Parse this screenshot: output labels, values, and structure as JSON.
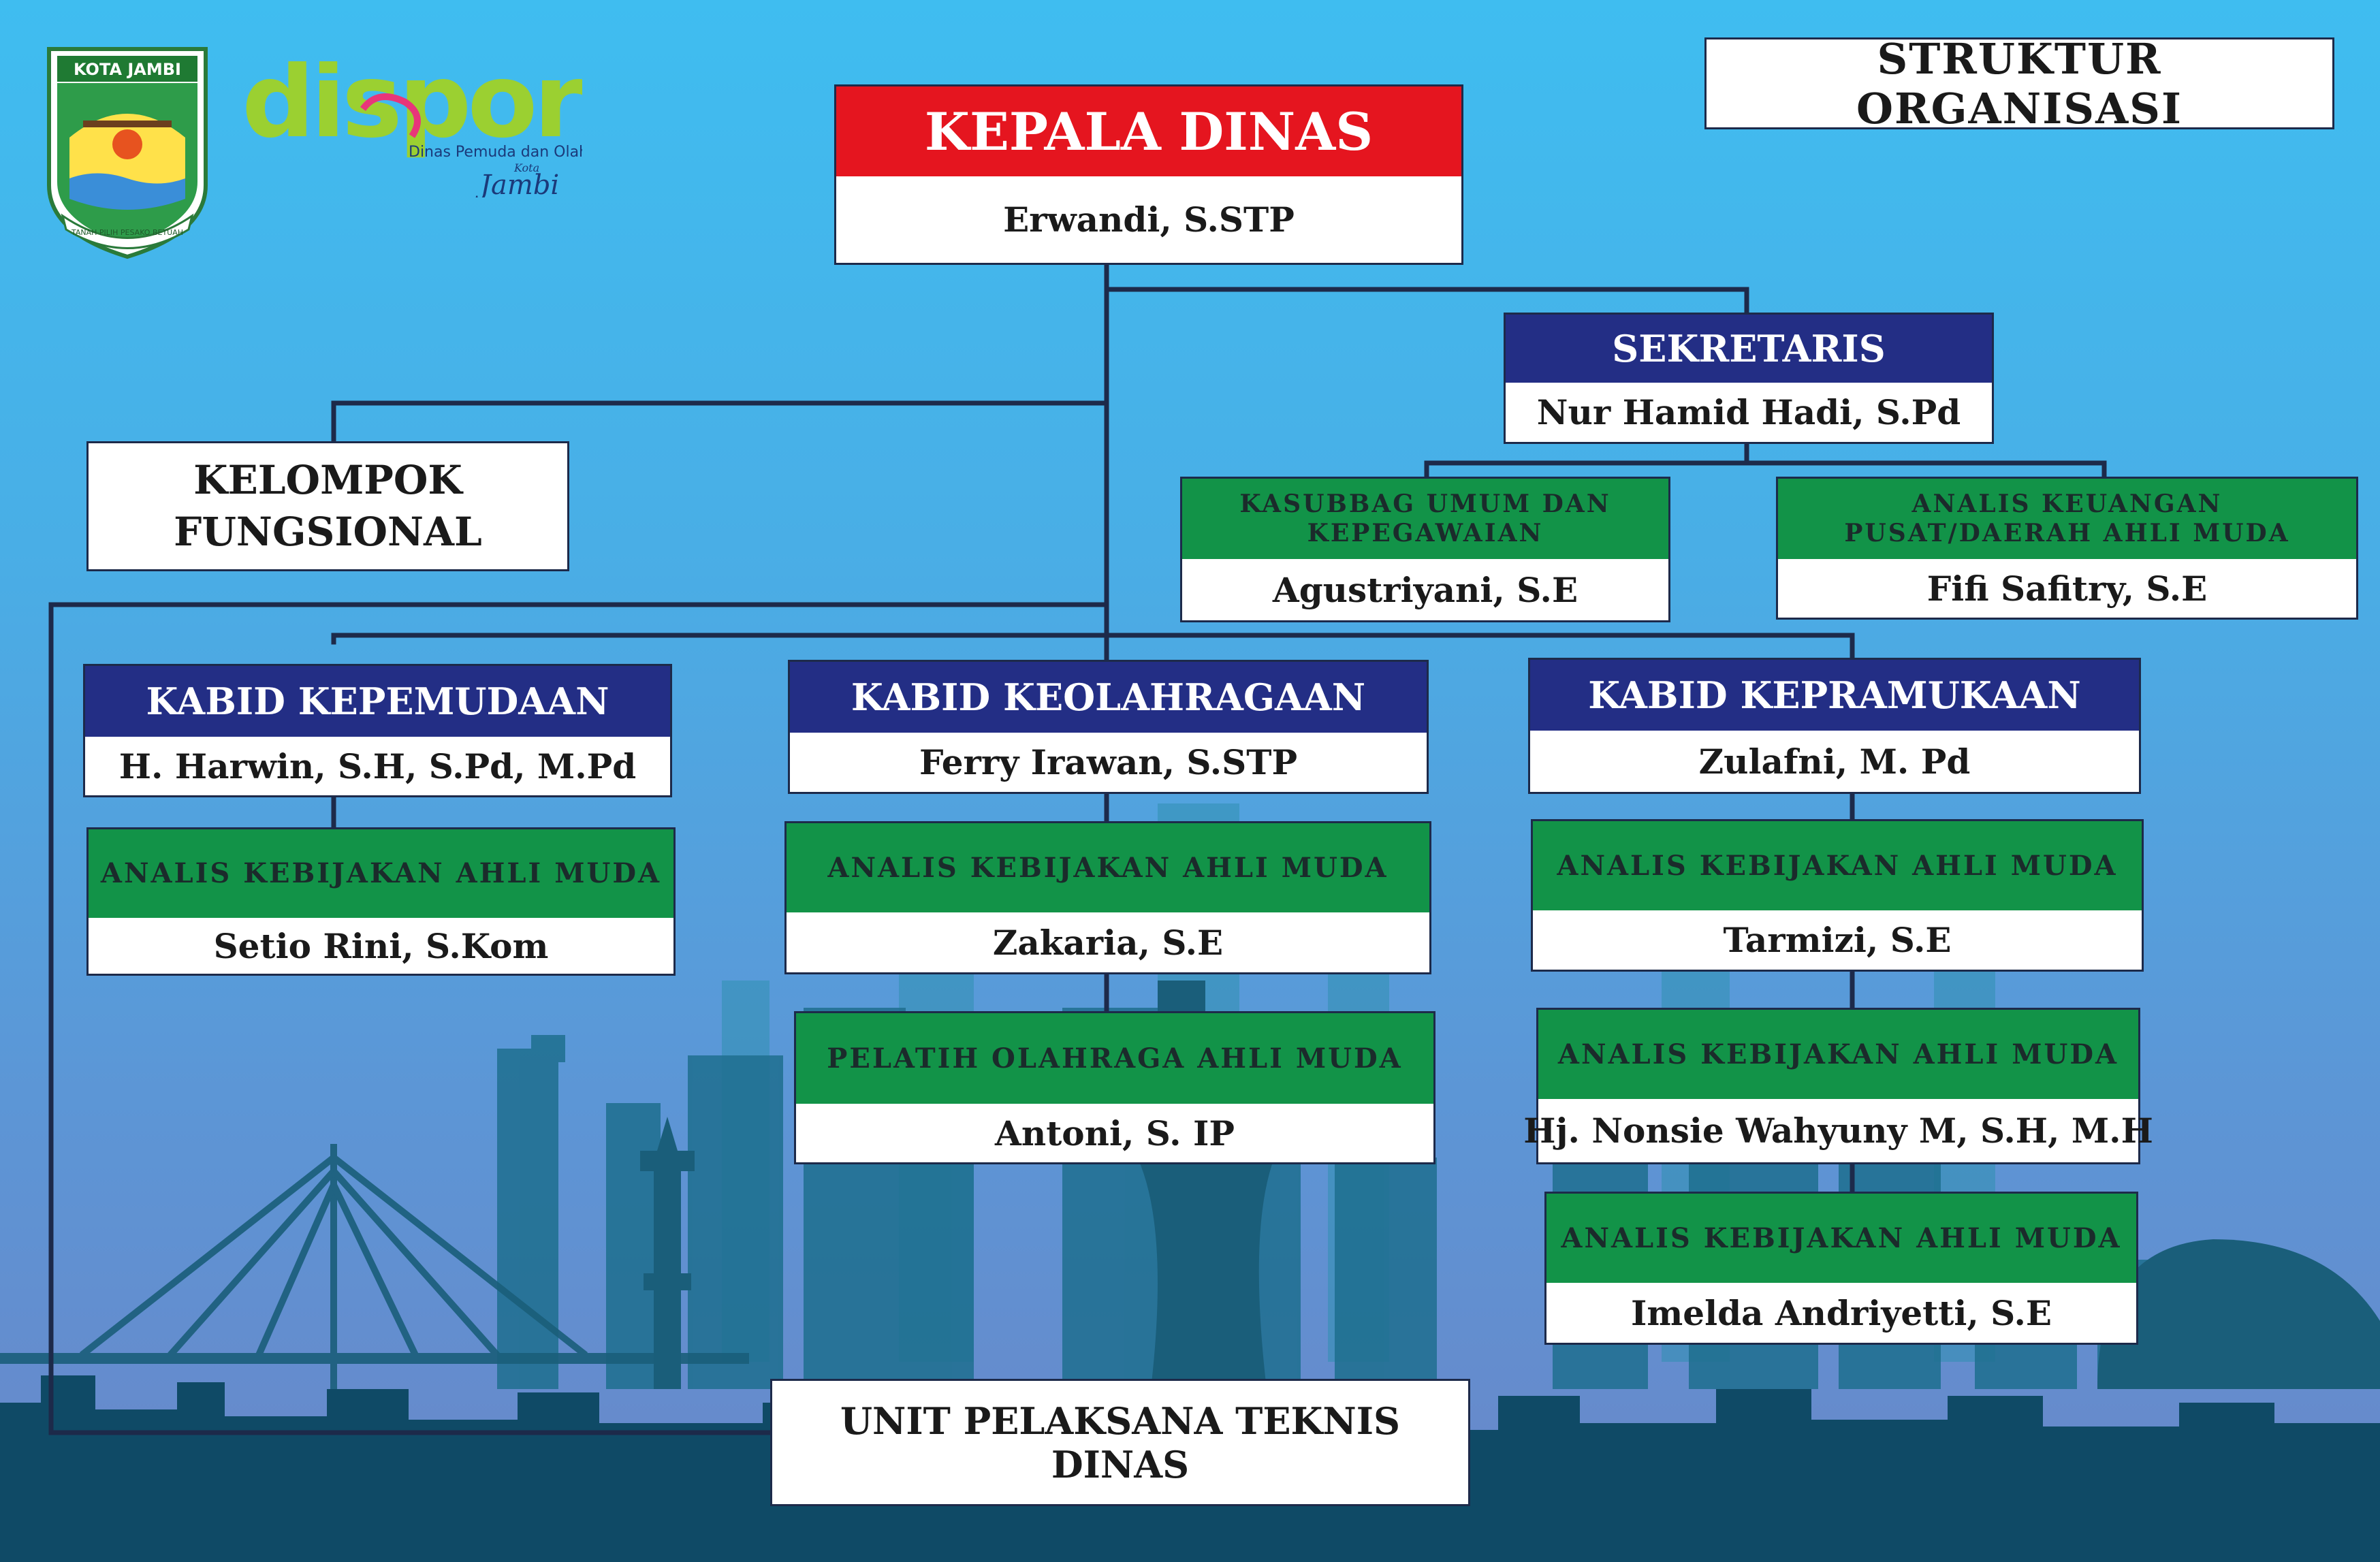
{
  "header": {
    "title": "STRUKTUR ORGANISASI",
    "emblem_banner": "KOTA JAMBI",
    "emblem_motto": "TANAH PILIH PESAKO BETUAH",
    "logo_word": "dispora",
    "logo_subtitle": "Dinas Pemuda dan Olahraga",
    "logo_city_small": "Kota",
    "logo_city": "Jambi"
  },
  "colors": {
    "red": "#e5151f",
    "navy": "#232e85",
    "green": "#129348",
    "sky_top": "#3fbdf0",
    "skyline": "#0f4a66",
    "connector": "#1d2a4a"
  },
  "kepala": {
    "title": "KEPALA DINAS",
    "name": "Erwandi, S.STP"
  },
  "sekretaris": {
    "title": "SEKRETARIS",
    "name": "Nur Hamid Hadi, S.Pd"
  },
  "kasubbag": {
    "title": "KASUBBAG UMUM DAN KEPEGAWAIAN",
    "name": "Agustriyani, S.E"
  },
  "analis_keuangan": {
    "title": "ANALIS KEUANGAN PUSAT/DAERAH AHLI MUDA",
    "name": "Fifi Safitry, S.E"
  },
  "kelompok_fungsional": {
    "line1": "KELOMPOK",
    "line2": "FUNGSIONAL"
  },
  "kabid_kepemudaan": {
    "title": "KABID KEPEMUDAAN",
    "name": "H. Harwin, S.H, S.Pd, M.Pd"
  },
  "kepemudaan_analis": {
    "title": "ANALIS KEBIJAKAN AHLI MUDA",
    "name": "Setio Rini, S.Kom"
  },
  "kabid_keolahragaan": {
    "title": "KABID KEOLAHRAGAAN",
    "name": "Ferry Irawan, S.STP"
  },
  "keolahragaan_analis": {
    "title": "ANALIS KEBIJAKAN AHLI MUDA",
    "name": "Zakaria, S.E"
  },
  "keolahragaan_pelatih": {
    "title": "PELATIH OLAHRAGA AHLI MUDA",
    "name": "Antoni, S. IP"
  },
  "kabid_kepramukaan": {
    "title": "KABID KEPRAMUKAAN",
    "name": "Zulafni, M. Pd"
  },
  "kepramukaan_analis_1": {
    "title": "ANALIS KEBIJAKAN AHLI MUDA",
    "name": "Tarmizi, S.E"
  },
  "kepramukaan_analis_2": {
    "title": "ANALIS KEBIJAKAN AHLI MUDA",
    "name": "Hj. Nonsie Wahyuny M, S.H, M.H"
  },
  "kepramukaan_analis_3": {
    "title": "ANALIS KEBIJAKAN AHLI MUDA",
    "name": "Imelda Andriyetti, S.E"
  },
  "uptd": {
    "title": "UNIT PELAKSANA TEKNIS DINAS"
  }
}
